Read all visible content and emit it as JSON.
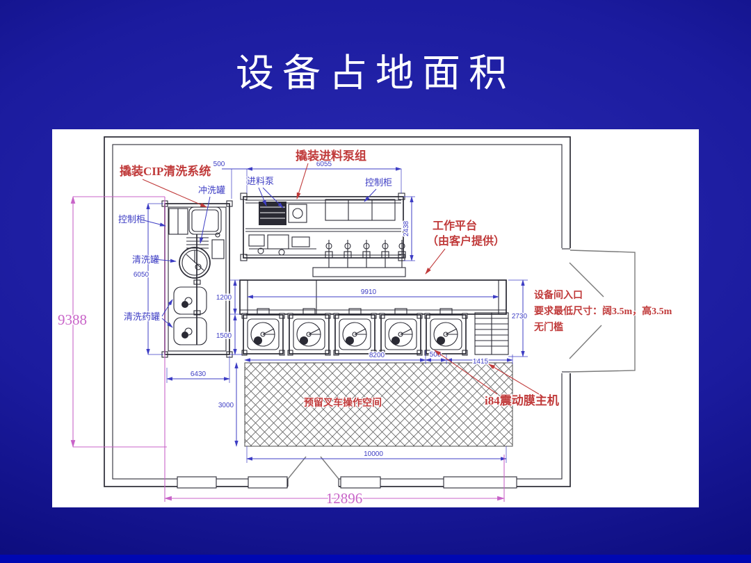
{
  "slide": {
    "title": "设备占地面积"
  },
  "labels": {
    "cip_system": "撬装CIP清洗系统",
    "feed_pump_group": "撬装进料泵组",
    "feed_pump": "进料泵",
    "flush_tank": "冲洗罐",
    "control_cabinet_top": "控制柜",
    "control_cabinet_left": "控制柜",
    "cleaning_tank": "清洗罐",
    "cleaning_chemical_tank": "清洗药罐",
    "work_platform_line1": "工作平台",
    "work_platform_line2": "（由客户提供）",
    "entrance_line1": "设备间入口",
    "entrance_line2": "要求最低尺寸：阔3.5m，高3.5m",
    "entrance_line3": "无门槛",
    "forklift_space": "预留叉车操作空间",
    "membrane_unit": "i84震动膜主机"
  },
  "dimensions": {
    "top_gap": "500",
    "pump_skid_width": "6055",
    "pump_skid_depth": "2438",
    "cip_height": "6050",
    "platform_depth": "1200",
    "platform_width": "9910",
    "machine_depth": "1500",
    "entrance_depth": "2730",
    "machine_row_width": "8200",
    "side_gap": "500",
    "right_gap": "1415",
    "forklift_depth": "3000",
    "left_width": "6430",
    "bottom_width": "10000",
    "total_depth": "9388",
    "total_width": "12896"
  },
  "colors": {
    "dimension_blue": "#3d3dc4",
    "label_red": "#c03a3a",
    "dimension_magenta": "#c863c8",
    "line_dark": "#2a2a34",
    "door_gray": "#7a7a7a"
  }
}
